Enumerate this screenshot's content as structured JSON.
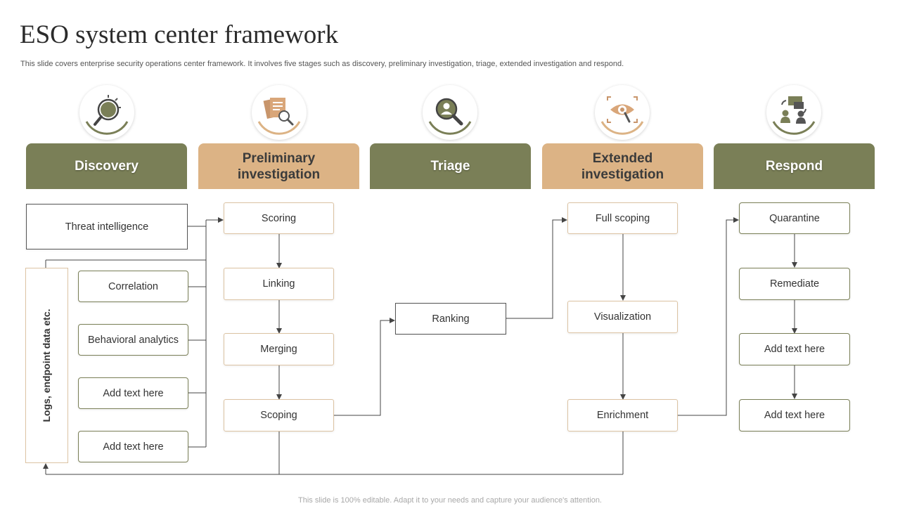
{
  "title": "ESO system center framework",
  "subtitle": "This slide covers enterprise security operations center framework. It involves five stages such as discovery, preliminary investigation, triage, extended investigation and respond.",
  "footer": "This slide is 100% editable. Adapt it to your needs and capture your audience's attention.",
  "colors": {
    "green": "#7a7f57",
    "tan": "#dcb385"
  },
  "stages": [
    {
      "label": "Discovery",
      "icon": "lightbulb-magnifier-icon"
    },
    {
      "label": "Preliminary investigation",
      "icon": "documents-magnifier-icon"
    },
    {
      "label": "Triage",
      "icon": "person-magnifier-icon"
    },
    {
      "label": "Extended investigation",
      "icon": "eye-magnifier-icon"
    },
    {
      "label": "Respond",
      "icon": "people-chat-icon"
    }
  ],
  "discovery": {
    "threat": "Threat intelligence",
    "logs": "Logs, endpoint data etc.",
    "items": [
      "Correlation",
      "Behavioral analytics",
      "Add text here",
      "Add text here"
    ]
  },
  "preliminary": [
    "Scoring",
    "Linking",
    "Merging",
    "Scoping"
  ],
  "triage": [
    "Ranking"
  ],
  "extended": [
    "Full scoping",
    "Visualization",
    "Enrichment"
  ],
  "respond": [
    "Quarantine",
    "Remediate",
    "Add text here",
    "Add text here"
  ]
}
